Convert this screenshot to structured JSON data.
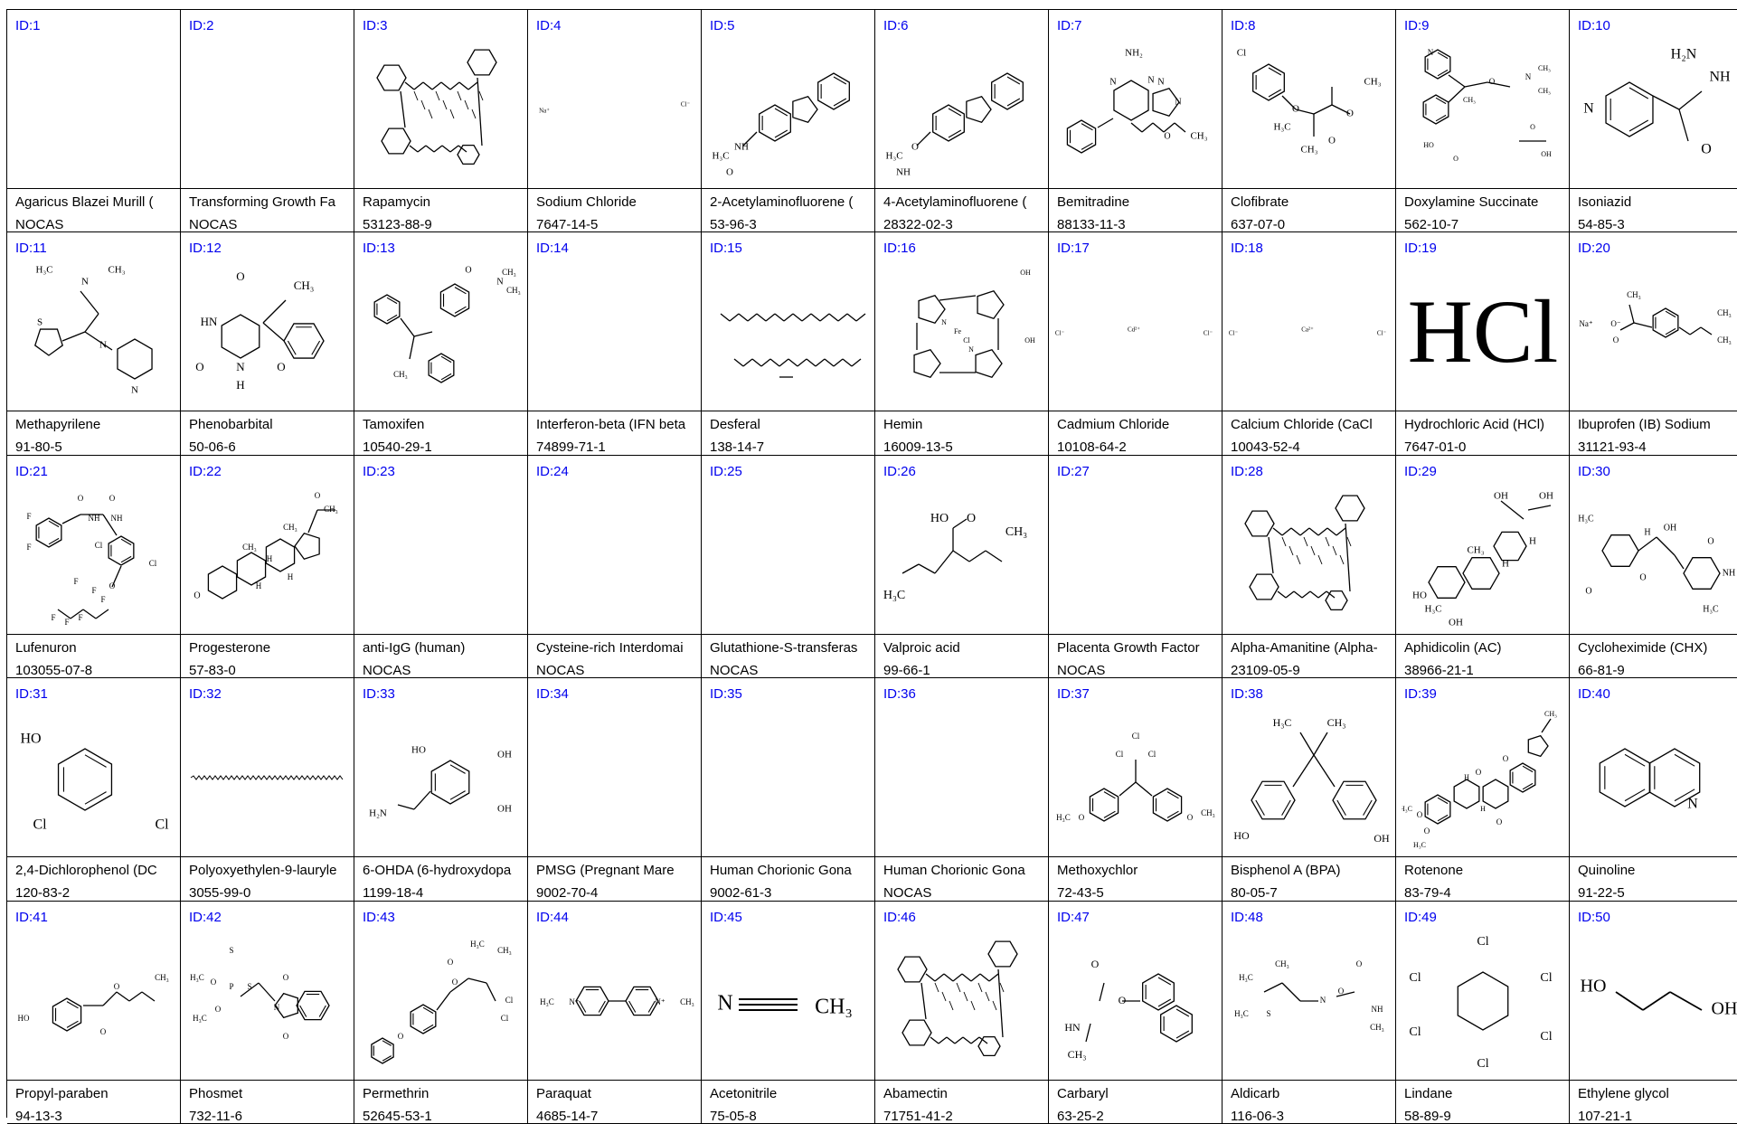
{
  "cells": [
    {
      "id": "ID:1",
      "name": "Agaricus Blazei Murill (",
      "cas": "NOCAS",
      "structure": "none"
    },
    {
      "id": "ID:2",
      "name": "Transforming Growth Fa",
      "cas": "NOCAS",
      "structure": "none"
    },
    {
      "id": "ID:3",
      "name": "Rapamycin",
      "cas": "53123-88-9",
      "structure": "macrocycle-icon"
    },
    {
      "id": "ID:4",
      "name": "Sodium Chloride",
      "cas": "7647-14-5",
      "structure": "ions-icon",
      "atoms": [
        "Na⁺",
        "Cl⁻"
      ]
    },
    {
      "id": "ID:5",
      "name": "2-Acetylaminofluorene (",
      "cas": "53-96-3",
      "structure": "fluorene-icon",
      "atoms": [
        "H₃C",
        "NH",
        "O"
      ]
    },
    {
      "id": "ID:6",
      "name": "4-Acetylaminofluorene (",
      "cas": "28322-02-3",
      "structure": "fluorene-icon",
      "atoms": [
        "H₃C",
        "O",
        "NH"
      ]
    },
    {
      "id": "ID:7",
      "name": "Bemitradine",
      "cas": "88133-11-3",
      "structure": "triazolopyrimidine-icon",
      "atoms": [
        "NH₂",
        "N",
        "N",
        "N",
        "N",
        "O",
        "CH₃"
      ]
    },
    {
      "id": "ID:8",
      "name": "Clofibrate",
      "cas": "637-07-0",
      "structure": "clofibrate-icon",
      "atoms": [
        "Cl",
        "O",
        "O",
        "O",
        "CH₃",
        "H₃C",
        "CH₃"
      ]
    },
    {
      "id": "ID:9",
      "name": "Doxylamine Succinate",
      "cas": "562-10-7",
      "structure": "doxylamine-icon",
      "atoms": [
        "N",
        "O",
        "N",
        "CH₃",
        "CH₃",
        "CH₃",
        "HO",
        "OH",
        "O",
        "O"
      ]
    },
    {
      "id": "ID:10",
      "name": "Isoniazid",
      "cas": "54-85-3",
      "structure": "isoniazid-icon",
      "atoms": [
        "H₂N",
        "NH",
        "N",
        "O"
      ]
    },
    {
      "id": "ID:11",
      "name": "Methapyrilene",
      "cas": "91-80-5",
      "structure": "methapyrilene-icon",
      "atoms": [
        "H₃C",
        "N",
        "CH₃",
        "S",
        "N",
        "N"
      ]
    },
    {
      "id": "ID:12",
      "name": "Phenobarbital",
      "cas": "50-06-6",
      "structure": "phenobarbital-icon",
      "atoms": [
        "O",
        "CH₃",
        "HN",
        "O",
        "N",
        "H",
        "O"
      ]
    },
    {
      "id": "ID:13",
      "name": "Tamoxifen",
      "cas": "10540-29-1",
      "structure": "tamoxifen-icon",
      "atoms": [
        "O",
        "N",
        "CH₃",
        "CH₃",
        "CH₃"
      ]
    },
    {
      "id": "ID:14",
      "name": "Interferon-beta (IFN beta",
      "cas": "74899-71-1",
      "structure": "none"
    },
    {
      "id": "ID:15",
      "name": "Desferal",
      "cas": "138-14-7",
      "structure": "desferal-icon"
    },
    {
      "id": "ID:16",
      "name": "Hemin",
      "cas": "16009-13-5",
      "structure": "porphyrin-icon",
      "atoms": [
        "N",
        "Fe",
        "Cl",
        "N",
        "OH",
        "OH"
      ]
    },
    {
      "id": "ID:17",
      "name": "Cadmium Chloride",
      "cas": "10108-64-2",
      "structure": "ions-icon",
      "atoms": [
        "Cl⁻",
        "Cd²⁺",
        "Cl⁻"
      ]
    },
    {
      "id": "ID:18",
      "name": "Calcium Chloride (CaCl",
      "cas": "10043-52-4",
      "structure": "ions-icon",
      "atoms": [
        "Cl⁻",
        "Ca²⁺",
        "Cl⁻"
      ]
    },
    {
      "id": "ID:19",
      "name": "Hydrochloric Acid (HCl)",
      "cas": "7647-01-0",
      "structure": "text-formula-icon",
      "atoms": [
        "HCl"
      ]
    },
    {
      "id": "ID:20",
      "name": "Ibuprofen (IB) Sodium",
      "cas": "31121-93-4",
      "structure": "ibuprofen-icon",
      "atoms": [
        "Na⁺",
        "O⁻",
        "O",
        "CH₃",
        "CH₃",
        "CH₃"
      ]
    },
    {
      "id": "ID:21",
      "name": "Lufenuron",
      "cas": "103055-07-8",
      "structure": "lufenuron-icon",
      "atoms": [
        "F",
        "O",
        "NH",
        "O",
        "NH",
        "F",
        "Cl",
        "Cl",
        "O",
        "F",
        "F",
        "F",
        "F",
        "F",
        "F"
      ]
    },
    {
      "id": "ID:22",
      "name": "Progesterone",
      "cas": "57-83-0",
      "structure": "steroid-icon",
      "atoms": [
        "CH₃",
        "O",
        "CH₃",
        "CH₃",
        "H",
        "H",
        "H",
        "O"
      ]
    },
    {
      "id": "ID:23",
      "name": "anti-IgG (human)",
      "cas": "NOCAS",
      "structure": "none"
    },
    {
      "id": "ID:24",
      "name": "Cysteine-rich Interdomai",
      "cas": "NOCAS",
      "structure": "none"
    },
    {
      "id": "ID:25",
      "name": "Glutathione-S-transferas",
      "cas": "NOCAS",
      "structure": "none"
    },
    {
      "id": "ID:26",
      "name": "Valproic acid",
      "cas": "99-66-1",
      "structure": "valproic-icon",
      "atoms": [
        "HO",
        "O",
        "CH₃",
        "H₃C"
      ]
    },
    {
      "id": "ID:27",
      "name": "Placenta Growth Factor",
      "cas": "NOCAS",
      "structure": "none"
    },
    {
      "id": "ID:28",
      "name": "Alpha-Amanitine (Alpha-",
      "cas": "23109-05-9",
      "structure": "macrocycle-icon"
    },
    {
      "id": "ID:29",
      "name": "Aphidicolin (AC)",
      "cas": "38966-21-1",
      "structure": "aphidicolin-icon",
      "atoms": [
        "OH",
        "OH",
        "CH₃",
        "H",
        "H",
        "HO",
        "H₃C",
        "OH"
      ]
    },
    {
      "id": "ID:30",
      "name": "Cycloheximide (CHX)",
      "cas": "66-81-9",
      "structure": "cycloheximide-icon",
      "atoms": [
        "H₃C",
        "H",
        "OH",
        "O",
        "NH",
        "O",
        "H₃C",
        "O"
      ]
    },
    {
      "id": "ID:31",
      "name": "2,4-Dichlorophenol (DC",
      "cas": "120-83-2",
      "structure": "dichlorophenol-icon",
      "atoms": [
        "HO",
        "Cl",
        "Cl"
      ]
    },
    {
      "id": "ID:32",
      "name": "Polyoxyethylen-9-lauryle",
      "cas": "3055-99-0",
      "structure": "chain-icon"
    },
    {
      "id": "ID:33",
      "name": "6-OHDA (6-hydroxydopa",
      "cas": "1199-18-4",
      "structure": "ohda-icon",
      "atoms": [
        "HO",
        "OH",
        "H₂N",
        "OH"
      ]
    },
    {
      "id": "ID:34",
      "name": "PMSG (Pregnant Mare",
      "cas": "9002-70-4",
      "structure": "none"
    },
    {
      "id": "ID:35",
      "name": "Human Chorionic Gona",
      "cas": "9002-61-3",
      "structure": "none"
    },
    {
      "id": "ID:36",
      "name": "Human Chorionic Gona",
      "cas": "NOCAS",
      "structure": "none"
    },
    {
      "id": "ID:37",
      "name": "Methoxychlor",
      "cas": "72-43-5",
      "structure": "methoxychlor-icon",
      "atoms": [
        "Cl",
        "Cl",
        "Cl",
        "H₃C",
        "O",
        "O",
        "CH₃"
      ]
    },
    {
      "id": "ID:38",
      "name": "Bisphenol A (BPA)",
      "cas": "80-05-7",
      "structure": "bisphenol-icon",
      "atoms": [
        "H₃C",
        "CH₃",
        "HO",
        "OH"
      ]
    },
    {
      "id": "ID:39",
      "name": "Rotenone",
      "cas": "83-79-4",
      "structure": "rotenone-icon",
      "atoms": [
        "CH₃",
        "O",
        "O",
        "H",
        "H",
        "O",
        "H₃C",
        "O",
        "O",
        "H₃C"
      ]
    },
    {
      "id": "ID:40",
      "name": "Quinoline",
      "cas": "91-22-5",
      "structure": "quinoline-icon",
      "atoms": [
        "N"
      ]
    },
    {
      "id": "ID:41",
      "name": "Propyl-paraben",
      "cas": "94-13-3",
      "structure": "paraben-icon",
      "atoms": [
        "HO",
        "O",
        "O",
        "CH₃"
      ]
    },
    {
      "id": "ID:42",
      "name": "Phosmet",
      "cas": "732-11-6",
      "structure": "phosmet-icon",
      "atoms": [
        "S",
        "H₃C",
        "O",
        "P",
        "S",
        "O",
        "H₃C",
        "N",
        "O",
        "O"
      ]
    },
    {
      "id": "ID:43",
      "name": "Permethrin",
      "cas": "52645-53-1",
      "structure": "permethrin-icon",
      "atoms": [
        "O",
        "H₃C",
        "CH₃",
        "O",
        "O",
        "Cl",
        "Cl"
      ]
    },
    {
      "id": "ID:44",
      "name": "Paraquat",
      "cas": "4685-14-7",
      "structure": "paraquat-icon",
      "atoms": [
        "H₃C",
        "N⁺",
        "N⁺",
        "CH₃"
      ]
    },
    {
      "id": "ID:45",
      "name": "Acetonitrile",
      "cas": "75-05-8",
      "structure": "acetonitrile-icon",
      "atoms": [
        "N",
        "CH₃"
      ]
    },
    {
      "id": "ID:46",
      "name": "Abamectin",
      "cas": "71751-41-2",
      "structure": "macrocycle-icon"
    },
    {
      "id": "ID:47",
      "name": "Carbaryl",
      "cas": "63-25-2",
      "structure": "carbaryl-icon",
      "atoms": [
        "O",
        "HN",
        "O",
        "CH₃"
      ]
    },
    {
      "id": "ID:48",
      "name": "Aldicarb",
      "cas": "116-06-3",
      "structure": "aldicarb-icon",
      "atoms": [
        "H₃C",
        "CH₃",
        "N",
        "O",
        "O",
        "H₃C",
        "S",
        "NH",
        "CH₃"
      ]
    },
    {
      "id": "ID:49",
      "name": "Lindane",
      "cas": "58-89-9",
      "structure": "lindane-icon",
      "atoms": [
        "Cl",
        "Cl",
        "Cl",
        "Cl",
        "Cl",
        "Cl"
      ]
    },
    {
      "id": "ID:50",
      "name": "Ethylene glycol",
      "cas": "107-21-1",
      "structure": "glycol-icon",
      "atoms": [
        "HO",
        "OH"
      ]
    }
  ]
}
